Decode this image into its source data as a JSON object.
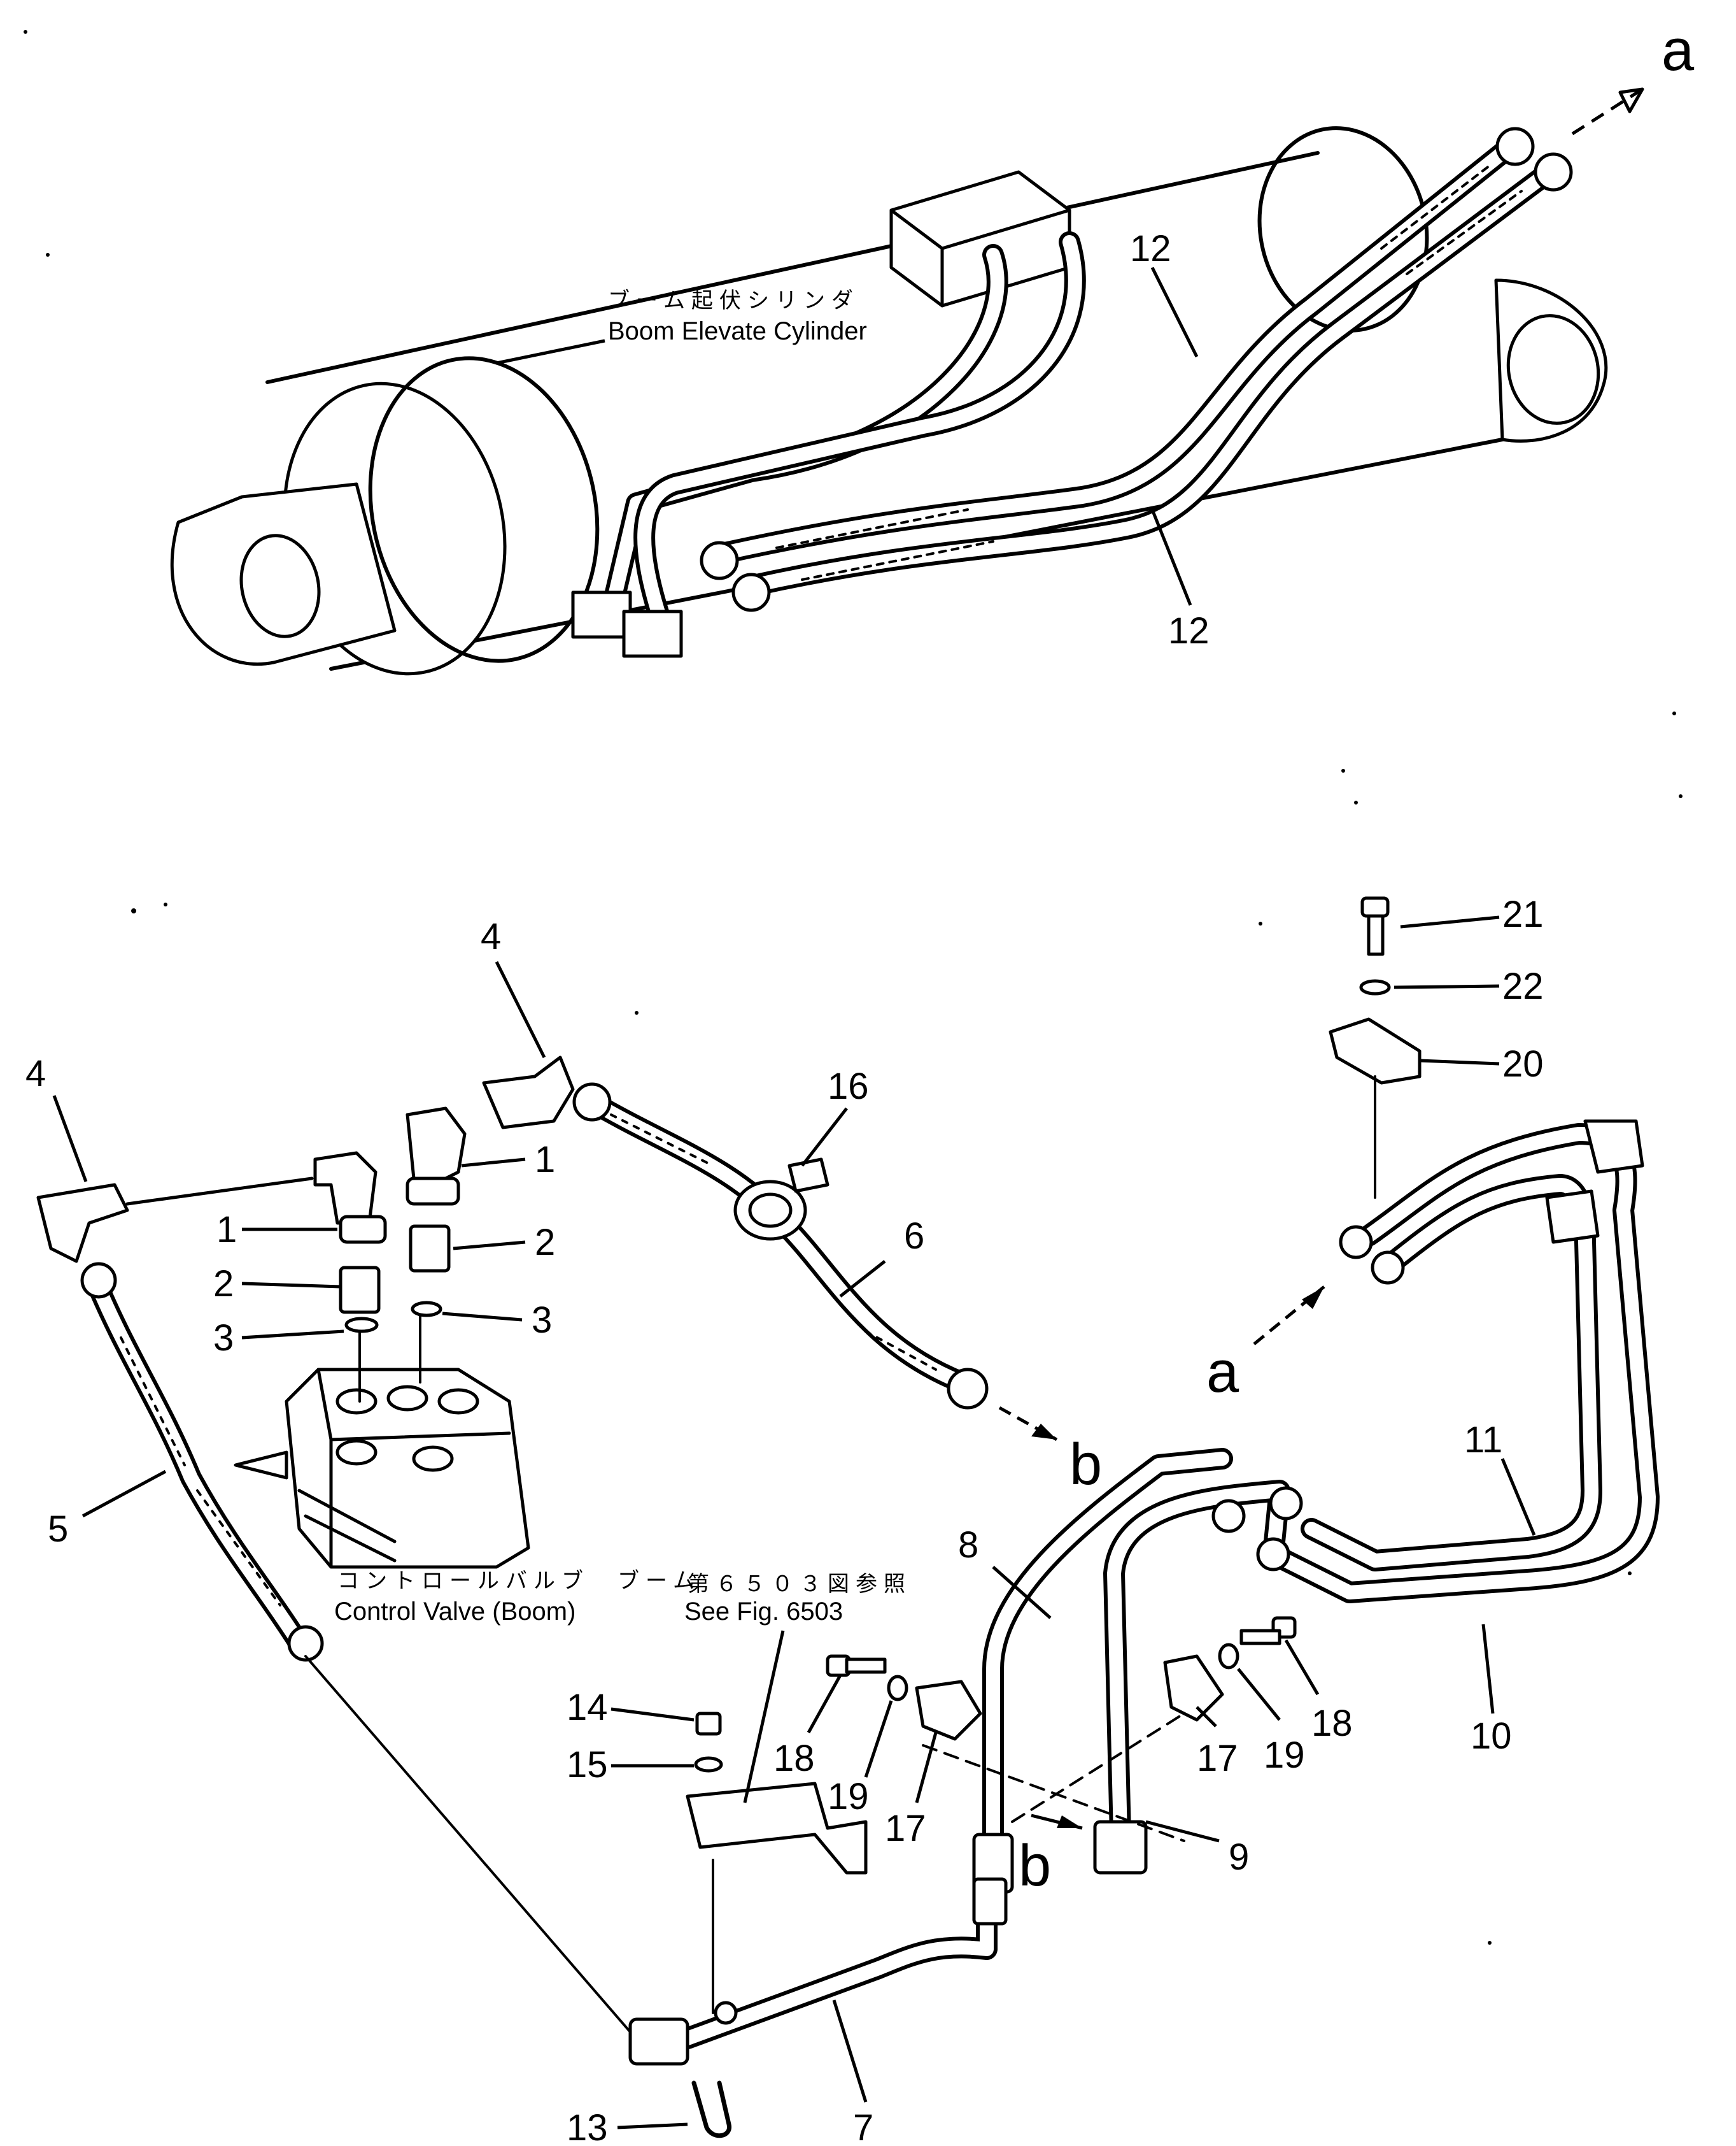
{
  "cylinder": {
    "label_jp": "ブーム起伏シリンダ",
    "label_en": "Boom Elevate Cylinder"
  },
  "control_valve": {
    "label_jp": "コントロールバルブ　ブーム",
    "label_en": "Control Valve (Boom)"
  },
  "reference": {
    "label_jp": "第６５０３図参照",
    "label_en": "See Fig. 6503"
  },
  "connectors": {
    "a": "a",
    "b": "b"
  },
  "part_numbers": {
    "p12_upper": "12",
    "p12_lower": "12",
    "p4_left": "4",
    "p4_top": "4",
    "p1_left": "1",
    "p1_right": "1",
    "p2_left": "2",
    "p2_right": "2",
    "p3_left": "3",
    "p3_right": "3",
    "p5": "5",
    "p6": "6",
    "p7": "7",
    "p8": "8",
    "p9": "9",
    "p10": "10",
    "p11": "11",
    "p13": "13",
    "p14": "14",
    "p15": "15",
    "p16": "16",
    "p17_left": "17",
    "p17_right": "17",
    "p18_left": "18",
    "p18_right": "18",
    "p19_left": "19",
    "p19_right": "19",
    "p20": "20",
    "p21": "21",
    "p22": "22"
  }
}
